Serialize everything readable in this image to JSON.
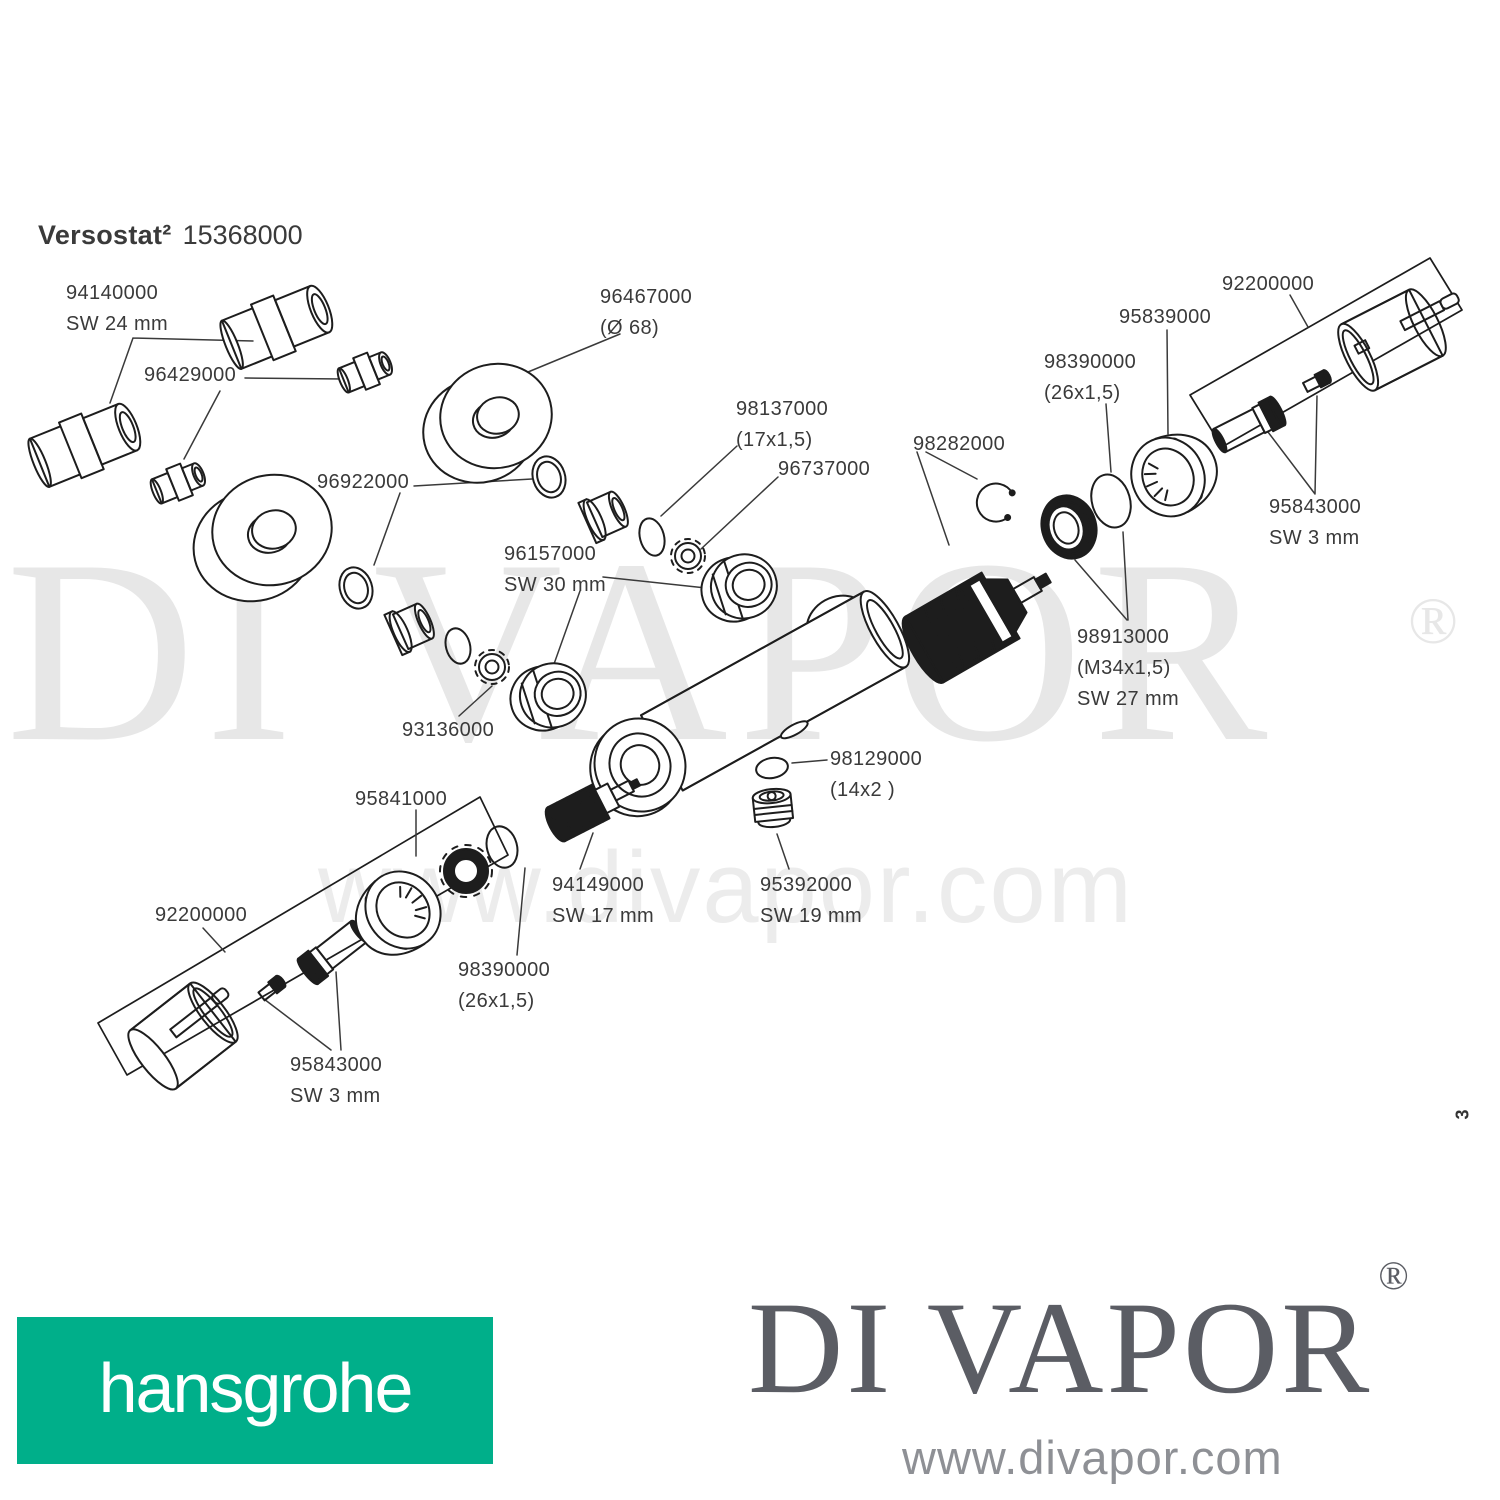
{
  "page": {
    "title_product": "Versostat²",
    "title_code": "15368000",
    "page_number": "3"
  },
  "watermark": {
    "brand": "DI VAPOR",
    "registered": "®",
    "url": "www.divapor.com"
  },
  "footer": {
    "hansgrohe": "hansgrohe",
    "brand": "DI VAPOR",
    "registered": "®",
    "url": "www.divapor.com",
    "hansgrohe_green": "#00af8a",
    "brand_gray": "#5b5d64",
    "line_color": "#1d1d1d",
    "label_color": "#3a3a3a"
  },
  "part_labels": {
    "l94140000": "94140000\nSW 24 mm",
    "l96429000": "96429000",
    "l96922000": "96922000",
    "l96467000": "96467000\n(Ø 68)",
    "l98137000": "98137000\n(17x1,5)",
    "l96737000": "96737000",
    "l96157000": "96157000\nSW 30 mm",
    "l93136000": "93136000",
    "l98282000": "98282000",
    "l98390000_right": "98390000\n(26x1,5)",
    "l95839000": "95839000",
    "l92200000_right": "92200000",
    "l95843000_right": "95843000\nSW 3 mm",
    "l98913000": "98913000\n(M34x1,5)\nSW 27 mm",
    "l98129000": "98129000\n(14x2 )",
    "l95392000": "95392000\nSW 19 mm",
    "l94149000": "94149000\nSW 17 mm",
    "l95841000": "95841000",
    "l92200000_left": "92200000",
    "l98390000_left": "98390000\n(26x1,5)",
    "l95843000_left": "95843000\nSW 3 mm"
  }
}
